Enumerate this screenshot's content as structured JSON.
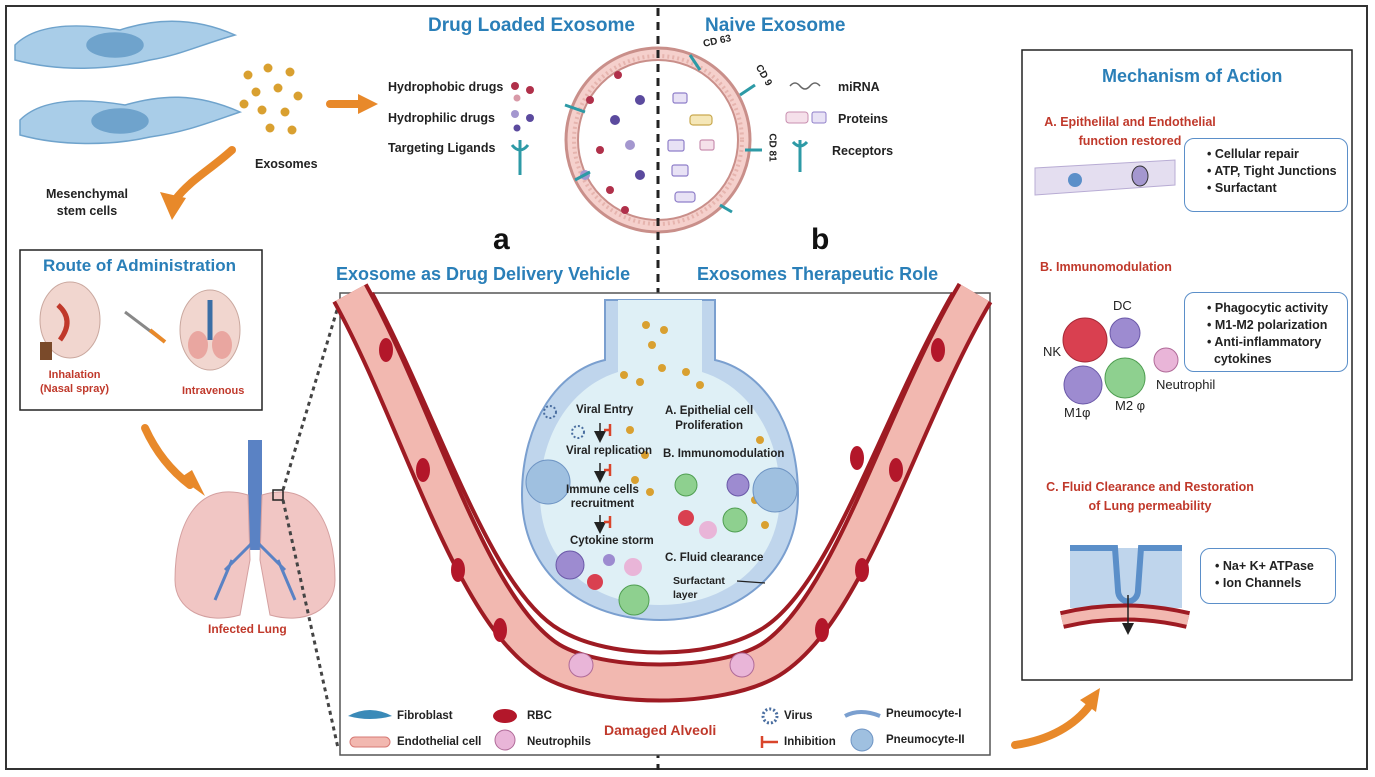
{
  "top": {
    "drug_loaded_title": "Drug Loaded Exosome",
    "naive_title": "Naive Exosome",
    "msc_label": "Mesenchymal\nstem cells",
    "exosomes_label": "Exosomes",
    "left_legend": [
      "Hydrophobic drugs",
      "Hydrophilic drugs",
      "Targeting Ligands"
    ],
    "right_legend": [
      "miRNA",
      "Proteins",
      "Receptors"
    ],
    "markers": [
      "CD 63",
      "CD 9",
      "CD 81"
    ]
  },
  "route": {
    "title": "Route of  Administration",
    "inhalation": "Inhalation\n(Nasal spray)",
    "intravenous": "Intravenous",
    "infected_lung": "Infected Lung"
  },
  "panel_a": {
    "letter": "a",
    "title": "Exosome as Drug Delivery Vehicle",
    "steps": [
      "Viral  Entry",
      "Viral replication",
      "Immune cells\nrecruitment",
      "Cytokine storm"
    ]
  },
  "panel_b": {
    "letter": "b",
    "title": "Exosomes Therapeutic Role",
    "steps": [
      "A. Epithelial cell\nProliferation",
      "B. Immunomodulation",
      "C. Fluid clearance"
    ],
    "surfactant": "Surfactant\nlayer"
  },
  "legend": {
    "fibroblast": "Fibroblast",
    "endothelial": "Endothelial cell",
    "rbc": "RBC",
    "neutrophils": "Neutrophils",
    "damaged": "Damaged Alveoli",
    "virus": "Virus",
    "inhibition": "Inhibition",
    "pneumo1": "Pneumocyte-I",
    "pneumo2": "Pneumocyte-II"
  },
  "moa": {
    "title": "Mechanism of Action",
    "a_title": "A. Epithelilal and Endothelial\nfunction restored",
    "a_items": [
      "Cellular repair",
      "ATP, Tight Junctions",
      "Surfactant"
    ],
    "b_title": "B. Immunomodulation",
    "b_items": [
      "Phagocytic activity",
      "M1-M2 polarization",
      "Anti-inflammatory\n  cytokines"
    ],
    "cells": {
      "dc": "DC",
      "nk": "NK",
      "neutrophil": "Neutrophil",
      "m1": "M1φ",
      "m2": "M2 φ"
    },
    "c_title": "C. Fluid Clearance and  Restoration\nof Lung permeability",
    "c_items": [
      "Na+ K+ ATPase",
      "Ion Channels"
    ]
  },
  "colors": {
    "title_blue": "#2a7fb8",
    "label_red": "#c0392b",
    "arrow_orange": "#e8892a",
    "vessel_red": "#9e1b23",
    "vessel_pink": "#f2b8b0",
    "alveolus_fill": "#dff0f6"
  }
}
